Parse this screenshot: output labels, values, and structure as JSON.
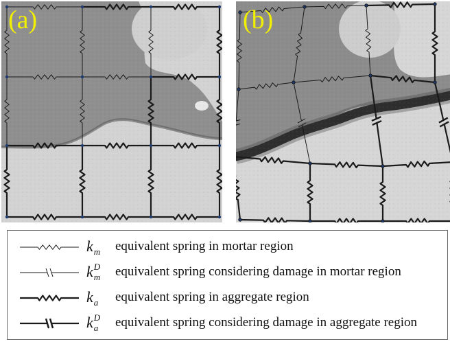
{
  "panels": {
    "a": {
      "label": "(a)"
    },
    "b": {
      "label": "(b)"
    }
  },
  "legend": {
    "items": [
      {
        "symbol_base": "k",
        "symbol_sub": "m",
        "symbol_sup": "",
        "line": "thin-zigzag",
        "description": "equivalent spring in mortar region"
      },
      {
        "symbol_base": "k",
        "symbol_sub": "m",
        "symbol_sup": "D",
        "line": "thin-broken",
        "description": "equivalent spring considering damage in mortar region"
      },
      {
        "symbol_base": "k",
        "symbol_sub": "a",
        "symbol_sup": "",
        "line": "thick-zigzag",
        "description": "equivalent spring in aggregate region"
      },
      {
        "symbol_base": "k",
        "symbol_sub": "a",
        "symbol_sup": "D",
        "line": "thick-broken",
        "description": "equivalent spring considering damage in aggregate region"
      }
    ]
  },
  "colors": {
    "background_light": "#d4d4d4",
    "mortar_gray": "#8f8f8f",
    "crack_dark": "#2a2a2a",
    "label_yellow": "#f2f000",
    "spring": "#1a1a1a"
  }
}
